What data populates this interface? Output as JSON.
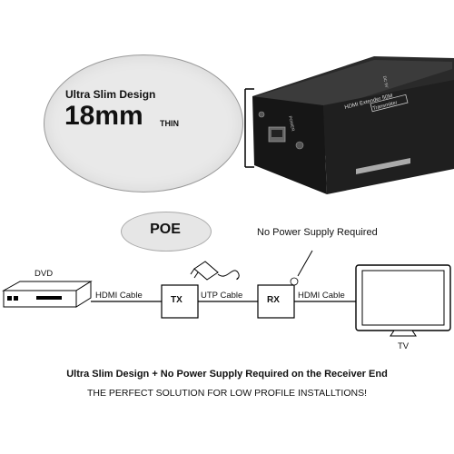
{
  "size_callout": {
    "title": "Ultra Slim Design",
    "size": "18mm",
    "thin": "THIN"
  },
  "device": {
    "model_label": "HDMI Extender 50M",
    "role_label": "Transmitter",
    "port_label_1": "POWER",
    "port_label_2": "DC 5V"
  },
  "poe": {
    "label": "POE"
  },
  "no_power": {
    "label": "No Power Supply Required"
  },
  "diagram": {
    "dvd_label": "DVD",
    "hdmi_cable_1": "HDMI Cable",
    "tx_label": "TX",
    "utp_cable": "UTP Cable",
    "rx_label": "RX",
    "hdmi_cable_2": "HDMI Cable",
    "tv_label": "TV"
  },
  "footer": {
    "line1": "Ultra Slim Design + No Power Supply Required on the Receiver End",
    "line2": "THE PERFECT SOLUTION FOR LOW PROFILE INSTALLTIONS!"
  }
}
